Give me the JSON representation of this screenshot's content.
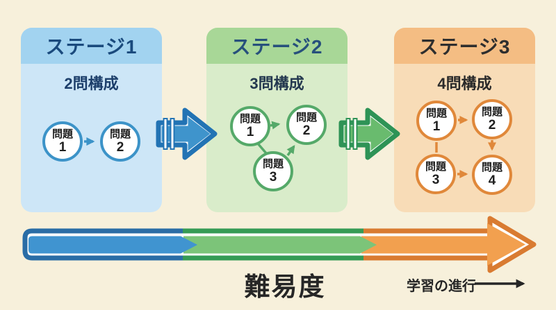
{
  "page": {
    "background_color": "#f7f0db"
  },
  "stages": [
    {
      "title": "ステージ1",
      "subtitle": "2問構成",
      "theme": {
        "header": "#a2d3f0",
        "body": "#cde6f7",
        "title_color": "#1a4a7d",
        "accent": "#3c93c8"
      },
      "problems": [
        {
          "label": "問題",
          "num": "1"
        },
        {
          "label": "問題",
          "num": "2"
        }
      ],
      "flow": "問題1 → 問題2"
    },
    {
      "title": "ステージ2",
      "subtitle": "3問構成",
      "theme": {
        "header": "#a8d797",
        "body": "#d9ecca",
        "title_color": "#27507c",
        "accent": "#55a969"
      },
      "problems": [
        {
          "label": "問題",
          "num": "1"
        },
        {
          "label": "問題",
          "num": "2"
        },
        {
          "label": "問題",
          "num": "3"
        }
      ],
      "flow": "問題1 → 問題2, 問題1 – 問題3, 問題3 → 問題2"
    },
    {
      "title": "ステージ3",
      "subtitle": "4問構成",
      "theme": {
        "header": "#f4bd83",
        "body": "#f8dcb7",
        "title_color": "#2e2e2e",
        "accent": "#e0883a"
      },
      "problems": [
        {
          "label": "問題",
          "num": "1"
        },
        {
          "label": "問題",
          "num": "2"
        },
        {
          "label": "問題",
          "num": "3"
        },
        {
          "label": "問題",
          "num": "4"
        }
      ],
      "flow": "問題1 → 問題2, 問題1 – 問題3, 問題2 → 問題4, 問題3 → 問題4"
    }
  ],
  "transition_arrows": [
    {
      "icon": "block-arrow-right",
      "color": "#3f94cc",
      "outline": "#2273b4"
    },
    {
      "icon": "block-arrow-right",
      "color": "#69bb6e",
      "outline": "#2e9356"
    }
  ],
  "bottom_bar": {
    "difficulty_label": "難易度",
    "progress_label": "学習の進行",
    "segments": [
      {
        "stage": "ステージ1",
        "fill": "#4094d0",
        "border": "#2a6da6"
      },
      {
        "stage": "ステージ2",
        "fill": "#7cc479",
        "border": "#359b55"
      },
      {
        "stage": "ステージ3",
        "fill": "#f2a04f",
        "border": "#d97b31"
      }
    ]
  }
}
